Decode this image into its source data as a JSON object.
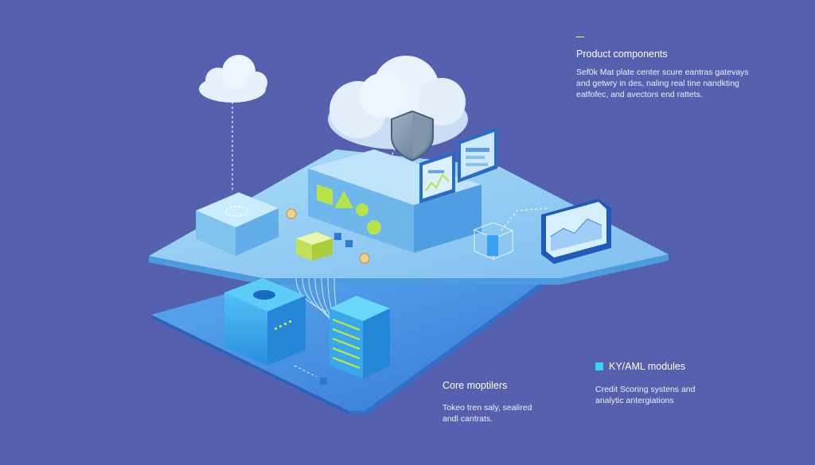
{
  "product_components": {
    "title": "Product components",
    "lines": [
      "Sef0k Mat plate center scure eantras gatevays",
      "and getwry in des, naling real tine nandkting",
      "eatfofec, and avectors end rattets."
    ]
  },
  "core_modules": {
    "title": "Core moptilers",
    "lines": [
      "Tokeo tren saly, sealired",
      "andl cantrats."
    ]
  },
  "kyc_modules": {
    "title": "KY/AML modules",
    "lines": [
      "Credit Scoring systens and",
      "analytic antergiations"
    ]
  },
  "colors": {
    "background": "#5560ae",
    "platform_top": "#8cc8f0",
    "platform_edge": "#4c9be0",
    "lower_platform": "#3f86df",
    "accent_cyan": "#38d7f0",
    "accent_lime": "#b6e34a",
    "cloud": "#dbeafa"
  },
  "icons": [
    "cloud-icon",
    "shield-icon",
    "server-icon",
    "chip-icon",
    "dashboard-icon",
    "chart-monitor-icon",
    "database-icon",
    "coin-icon",
    "cash-stack-icon"
  ]
}
